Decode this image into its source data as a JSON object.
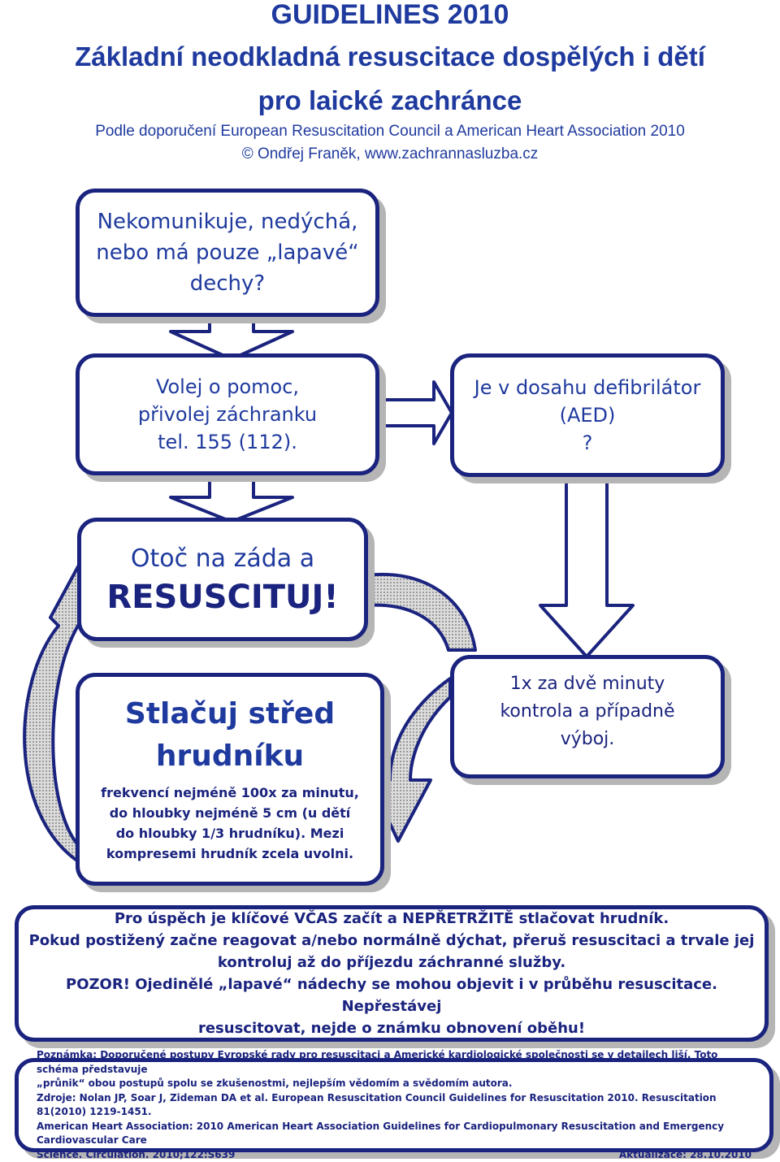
{
  "header": {
    "title": "GUIDELINES 2010",
    "subtitle_line1": "Základní neodkladná resuscitace dospělých i dětí",
    "subtitle_line2": "pro laické zachránce",
    "source": "Podle doporučení European Resuscitation Council a American Heart Association 2010",
    "copyright": "© Ondřej Franěk, www.zachrannasluzba.cz"
  },
  "flow": {
    "step1": "Nekomunikuje, nedýchá,\nnebo má pouze „lapavé“\ndechy?",
    "step2": "Volej o pomoc,\npřivolej záchranku\ntel. 155 (112).",
    "step3": "Je v dosahu defibrilátor\n(AED)\n?",
    "step4_line1": "Otoč na záda a",
    "step4_line2": "RESUSCITUJ!",
    "step5_title": "Stlačuj střed\nhrudníku",
    "step5_detail": "frekvencí nejméně 100x za minutu,\ndo hloubky nejméně 5 cm (u dětí\ndo hloubky 1/3 hrudníku). Mezi\nkompresemi hrudník zcela uvolni.",
    "step6": "1x za dvě minuty\nkontrola a případně\nvýboj."
  },
  "notice": "Pro úspěch je klíčové VČAS začít a NEPŘETRŽITĚ stlačovat hrudník.\nPokud postižený začne reagovat a/nebo normálně dýchat, přeruš resuscitaci a trvale jej\nkontroluj až do příjezdu záchranné služby.\nPOZOR! Ojedinělé „lapavé“ nádechy se mohou objevit i v průběhu resuscitace. Nepřestávej\nresuscitovat, nejde o známku obnovení oběhu!",
  "footnote": {
    "note": "Poznámka: Doporučené postupy Evropské rady pro resuscitaci a Americké kardiologické společnosti se v detailech liší. Toto schéma představuje\n„průnik“ obou postupů spolu se zkušenostmi, nejlepším vědomím a svědomím autora.",
    "sources": "Zdroje: Nolan JP, Soar J, Zideman DA et al. European Resuscitation Council Guidelines for Resuscitation 2010. Resuscitation 81(2010) 1219-1451.\nAmerican Heart Association: 2010 American Heart Association Guidelines for Cardiopulmonary Resuscitation and Emergency Cardiovascular Care",
    "sources_end": "Science. Circulation. 2010;122:S639",
    "updated": "Aktualizace: 28.10.2010"
  },
  "colors": {
    "outline": "#1a237e",
    "text": "#1f3a9e",
    "shadow": "#b5b5b5",
    "cycle_fill": "#c8c8c8"
  }
}
